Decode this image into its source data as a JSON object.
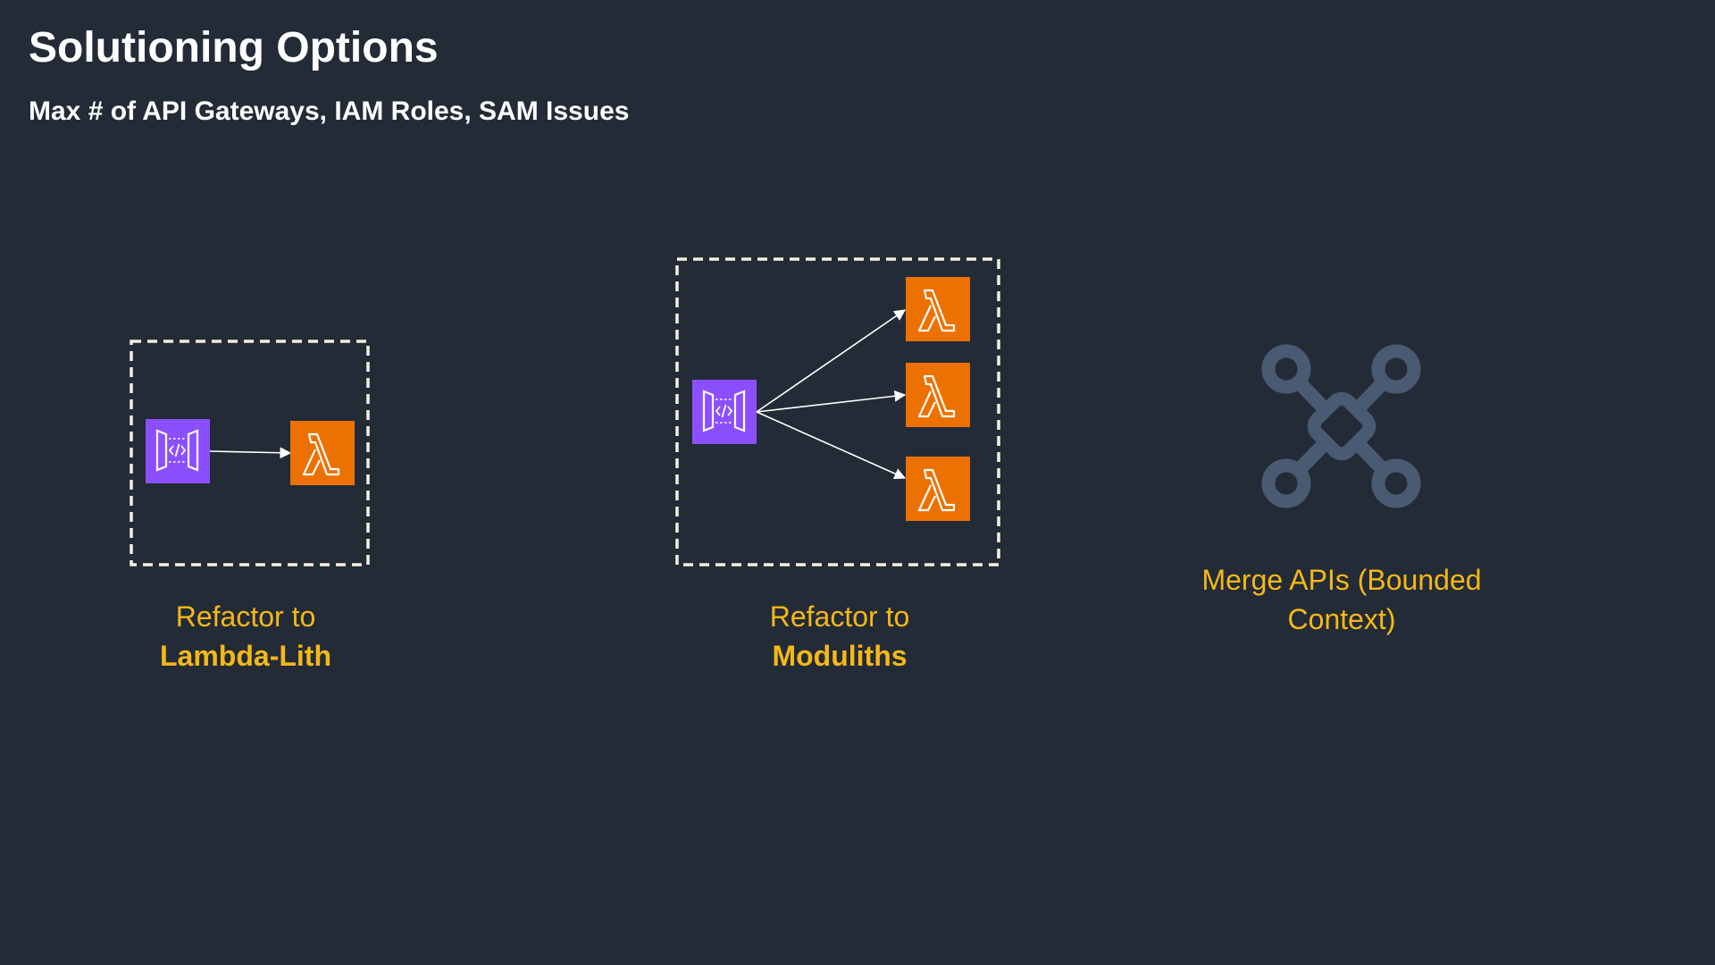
{
  "header": {
    "title": "Solutioning Options",
    "subtitle": "Max # of API Gateways, IAM Roles, SAM Issues"
  },
  "options": [
    {
      "caption_line1": "Refactor to",
      "caption_line2": "Lambda-Lith"
    },
    {
      "caption_line1": "Refactor to",
      "caption_line2": "Moduliths"
    },
    {
      "caption_line1": "Merge APIs (Bounded",
      "caption_line2": "Context)"
    }
  ],
  "colors": {
    "background": "#232b36",
    "api_gateway": "#8c4fff",
    "lambda": "#ed7100",
    "merge_icon": "#4a5a72",
    "caption": "#f5b817",
    "boundary": "#f4f0e0",
    "text": "#ffffff"
  },
  "icons": {
    "api_gateway": "api-gateway-icon",
    "lambda": "lambda-icon",
    "merge": "merge-apis-icon"
  }
}
